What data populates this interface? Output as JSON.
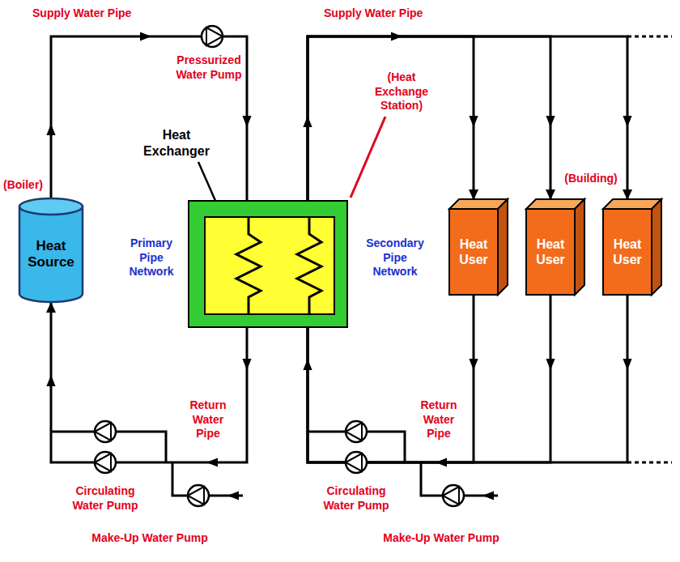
{
  "diagram": {
    "nodes": [
      {
        "text": [
          "(Boiler)",
          "Heat Source"
        ]
      },
      {
        "text": [
          "(Heat Exchange Station)"
        ]
      },
      {
        "text": [
          "Heat Exchanger"
        ],
        "in": 1
      },
      {
        "text": [
          "Heat User"
        ]
      },
      {
        "text": [
          "Heat User"
        ]
      },
      {
        "text": [
          "Heat User"
        ]
      }
    ],
    "edges": [
      {
        "from": 0,
        "to": 2,
        "arrow": "to"
      },
      {
        "from": 2,
        "to": 0,
        "arrow": "to"
      },
      {
        "from": 2,
        "to": 3,
        "arrow": "to"
      },
      {
        "from": 2,
        "to": 4,
        "arrow": "to"
      },
      {
        "from": 2,
        "to": 5,
        "arrow": "to"
      },
      {
        "from": 3,
        "to": 2,
        "arrow": "to"
      },
      {
        "from": 4,
        "to": 2,
        "arrow": "to"
      },
      {
        "from": 5,
        "to": 2,
        "arrow": "to"
      }
    ],
    "labels": [
      "Supply Water Pipe",
      "Pressurized Water Pump",
      "Supply Water Pipe",
      "Primary Pipe Network",
      "Secondary Pipe Network",
      "(Building)",
      "Return Water Pipe",
      "Return Water Pipe",
      "Circulating Water Pump",
      "Circulating Water Pump",
      "Make-Up Water Pump",
      "Make-Up Water Pump"
    ]
  }
}
